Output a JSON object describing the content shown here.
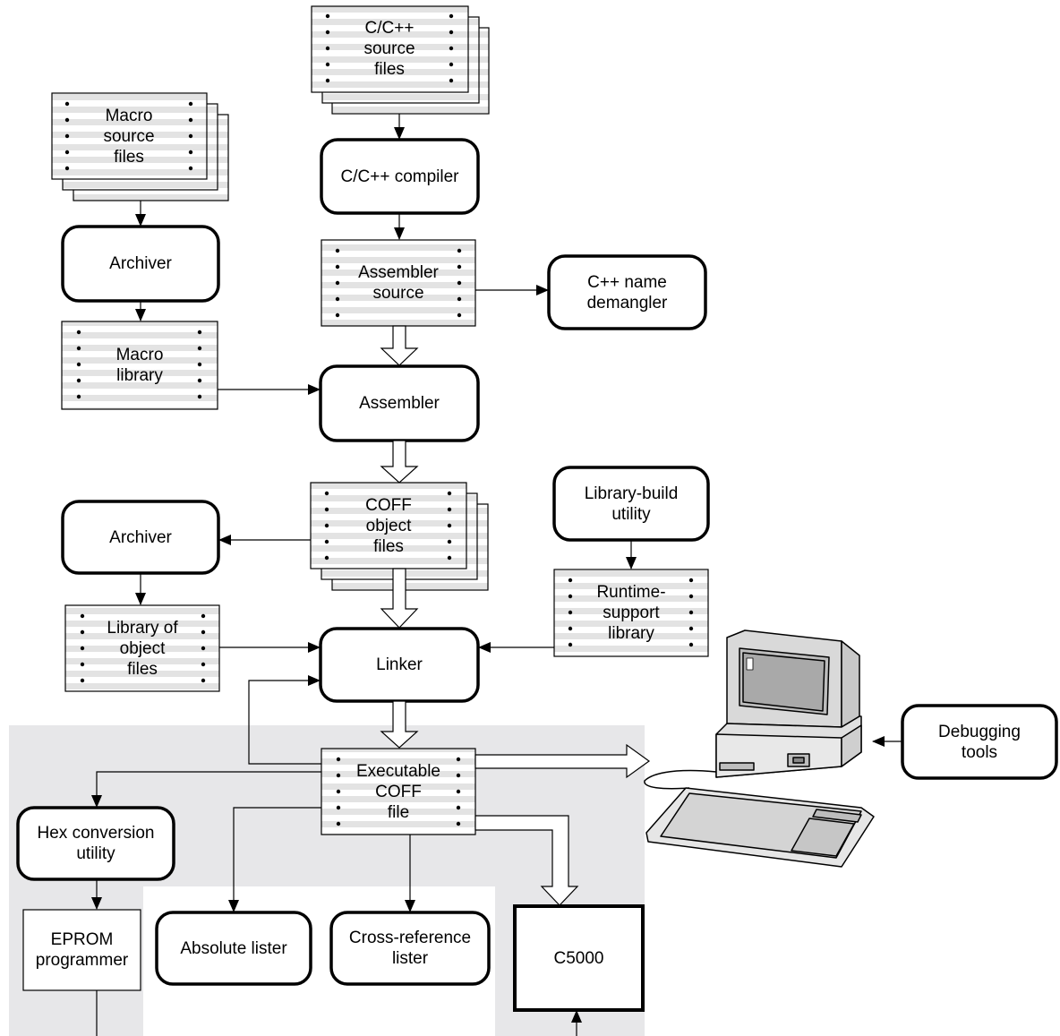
{
  "diagram": {
    "nodes": {
      "cpp_source_files": "C/C++\nsource\nfiles",
      "macro_source_files": "Macro\nsource\nfiles",
      "cpp_compiler": "C/C++  compiler",
      "archiver_top": "Archiver",
      "assembler_source": "Assembler\nsource",
      "cpp_name_demangler": "C++ name\ndemangler",
      "macro_library": "Macro\nlibrary",
      "assembler": "Assembler",
      "coff_object_files": "COFF\nobject\nfiles",
      "library_build_utility": "Library-build\nutility",
      "archiver_mid": "Archiver",
      "runtime_support_library": "Runtime-\nsupport\nlibrary",
      "library_of_object_files": "Library of\nobject\nfiles",
      "linker": "Linker",
      "debugging_tools": "Debugging\ntools",
      "executable_coff_file": "Executable\nCOFF\nfile",
      "hex_conversion_utility": "Hex conversion\nutility",
      "eprom_programmer": "EPROM\nprogrammer",
      "absolute_lister": "Absolute lister",
      "cross_reference_lister": "Cross-reference\nlister",
      "c5000": "C5000"
    }
  }
}
